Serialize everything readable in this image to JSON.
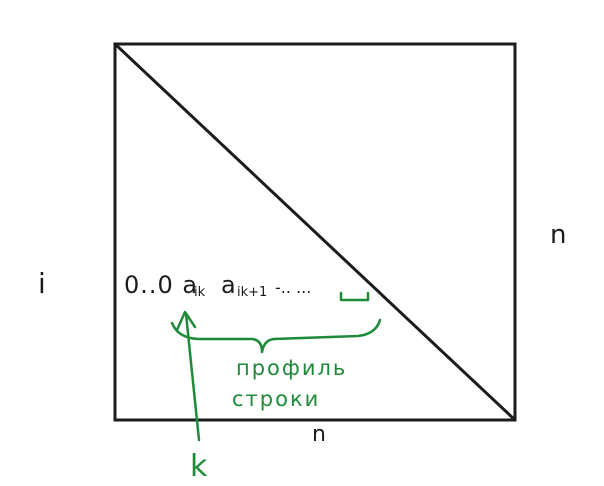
{
  "labels": {
    "row_index": "i",
    "side_right": "n",
    "side_bottom": "n",
    "row_elements": "0..0 a",
    "col_marker": "k",
    "profile_line1": "профиль",
    "profile_line2": "строки"
  },
  "subscripts": {
    "first": "ik",
    "second": "ik+1",
    "dots": "-..  ..."
  },
  "colors": {
    "ink": "#1c1c1c",
    "annotation": "#1f8a3a"
  }
}
